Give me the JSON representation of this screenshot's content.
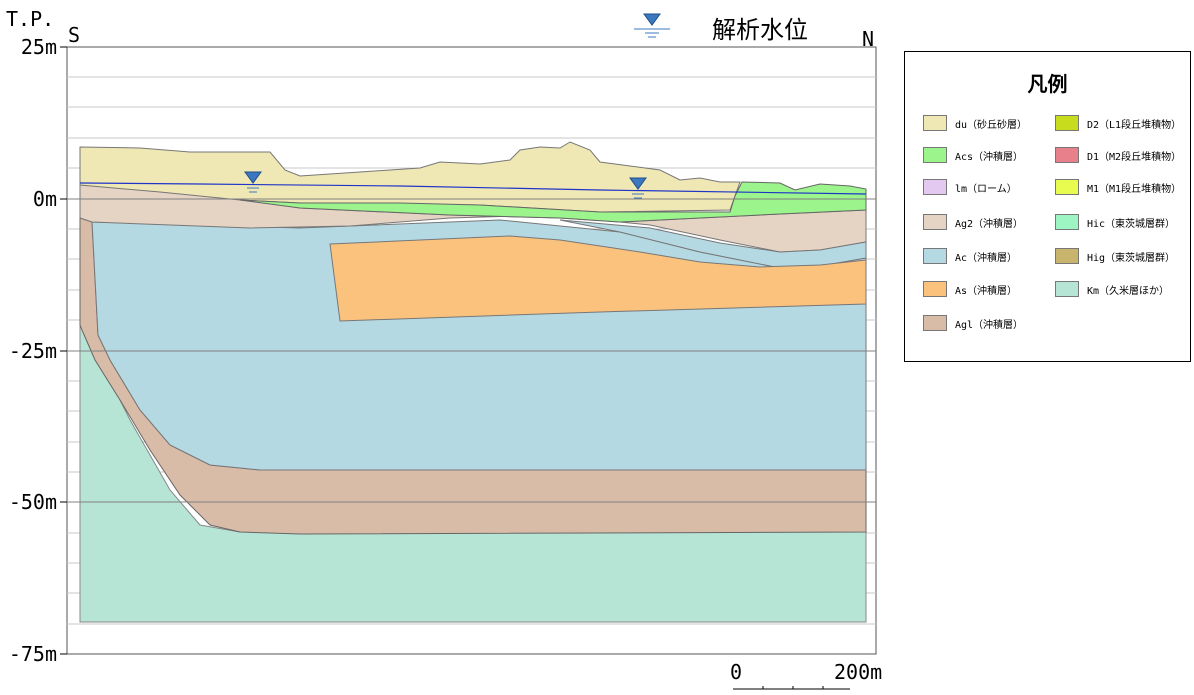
{
  "header": {
    "tp_label": "T.P.",
    "south_label": "S",
    "north_label": "N",
    "water_level_label": "解析水位"
  },
  "y_axis": {
    "ticks": [
      {
        "value": 25,
        "label": "25m"
      },
      {
        "value": 0,
        "label": "0m"
      },
      {
        "value": -25,
        "label": "-25m"
      },
      {
        "value": -50,
        "label": "-50m"
      },
      {
        "value": -75,
        "label": "-75m"
      }
    ]
  },
  "legend": {
    "title": "凡例",
    "items": [
      {
        "label": "du（砂丘砂層）",
        "color": "#efe7b4"
      },
      {
        "label": "D2（L1段丘堆積物）",
        "color": "#c8dc1e"
      },
      {
        "label": "Acs（沖積層）",
        "color": "#9cf58c"
      },
      {
        "label": "D1（M2段丘堆積物）",
        "color": "#e8808c"
      },
      {
        "label": "lm（ローム）",
        "color": "#e3c8ef"
      },
      {
        "label": "M1（M1段丘堆積物）",
        "color": "#e8fc50"
      },
      {
        "label": "Ag2（沖積層）",
        "color": "#e5d3c4"
      },
      {
        "label": "Hic（東茨城層群）",
        "color": "#9df5c4"
      },
      {
        "label": "Ac（沖積層）",
        "color": "#b5d9e3"
      },
      {
        "label": "Hig（東茨城層群）",
        "color": "#c8b46c"
      },
      {
        "label": "As（沖積層）",
        "color": "#fbc27e"
      },
      {
        "label": "Km（久米層ほか）",
        "color": "#b7e5d5"
      },
      {
        "label": "Agl（沖積層）",
        "color": "#d9bca8"
      }
    ]
  },
  "scale": {
    "zero_label": "0",
    "end_label": "200m"
  },
  "colors": {
    "gridline": "#a0a0a0",
    "water_line": "#2035c8",
    "water_marker": "#3c78c0"
  }
}
